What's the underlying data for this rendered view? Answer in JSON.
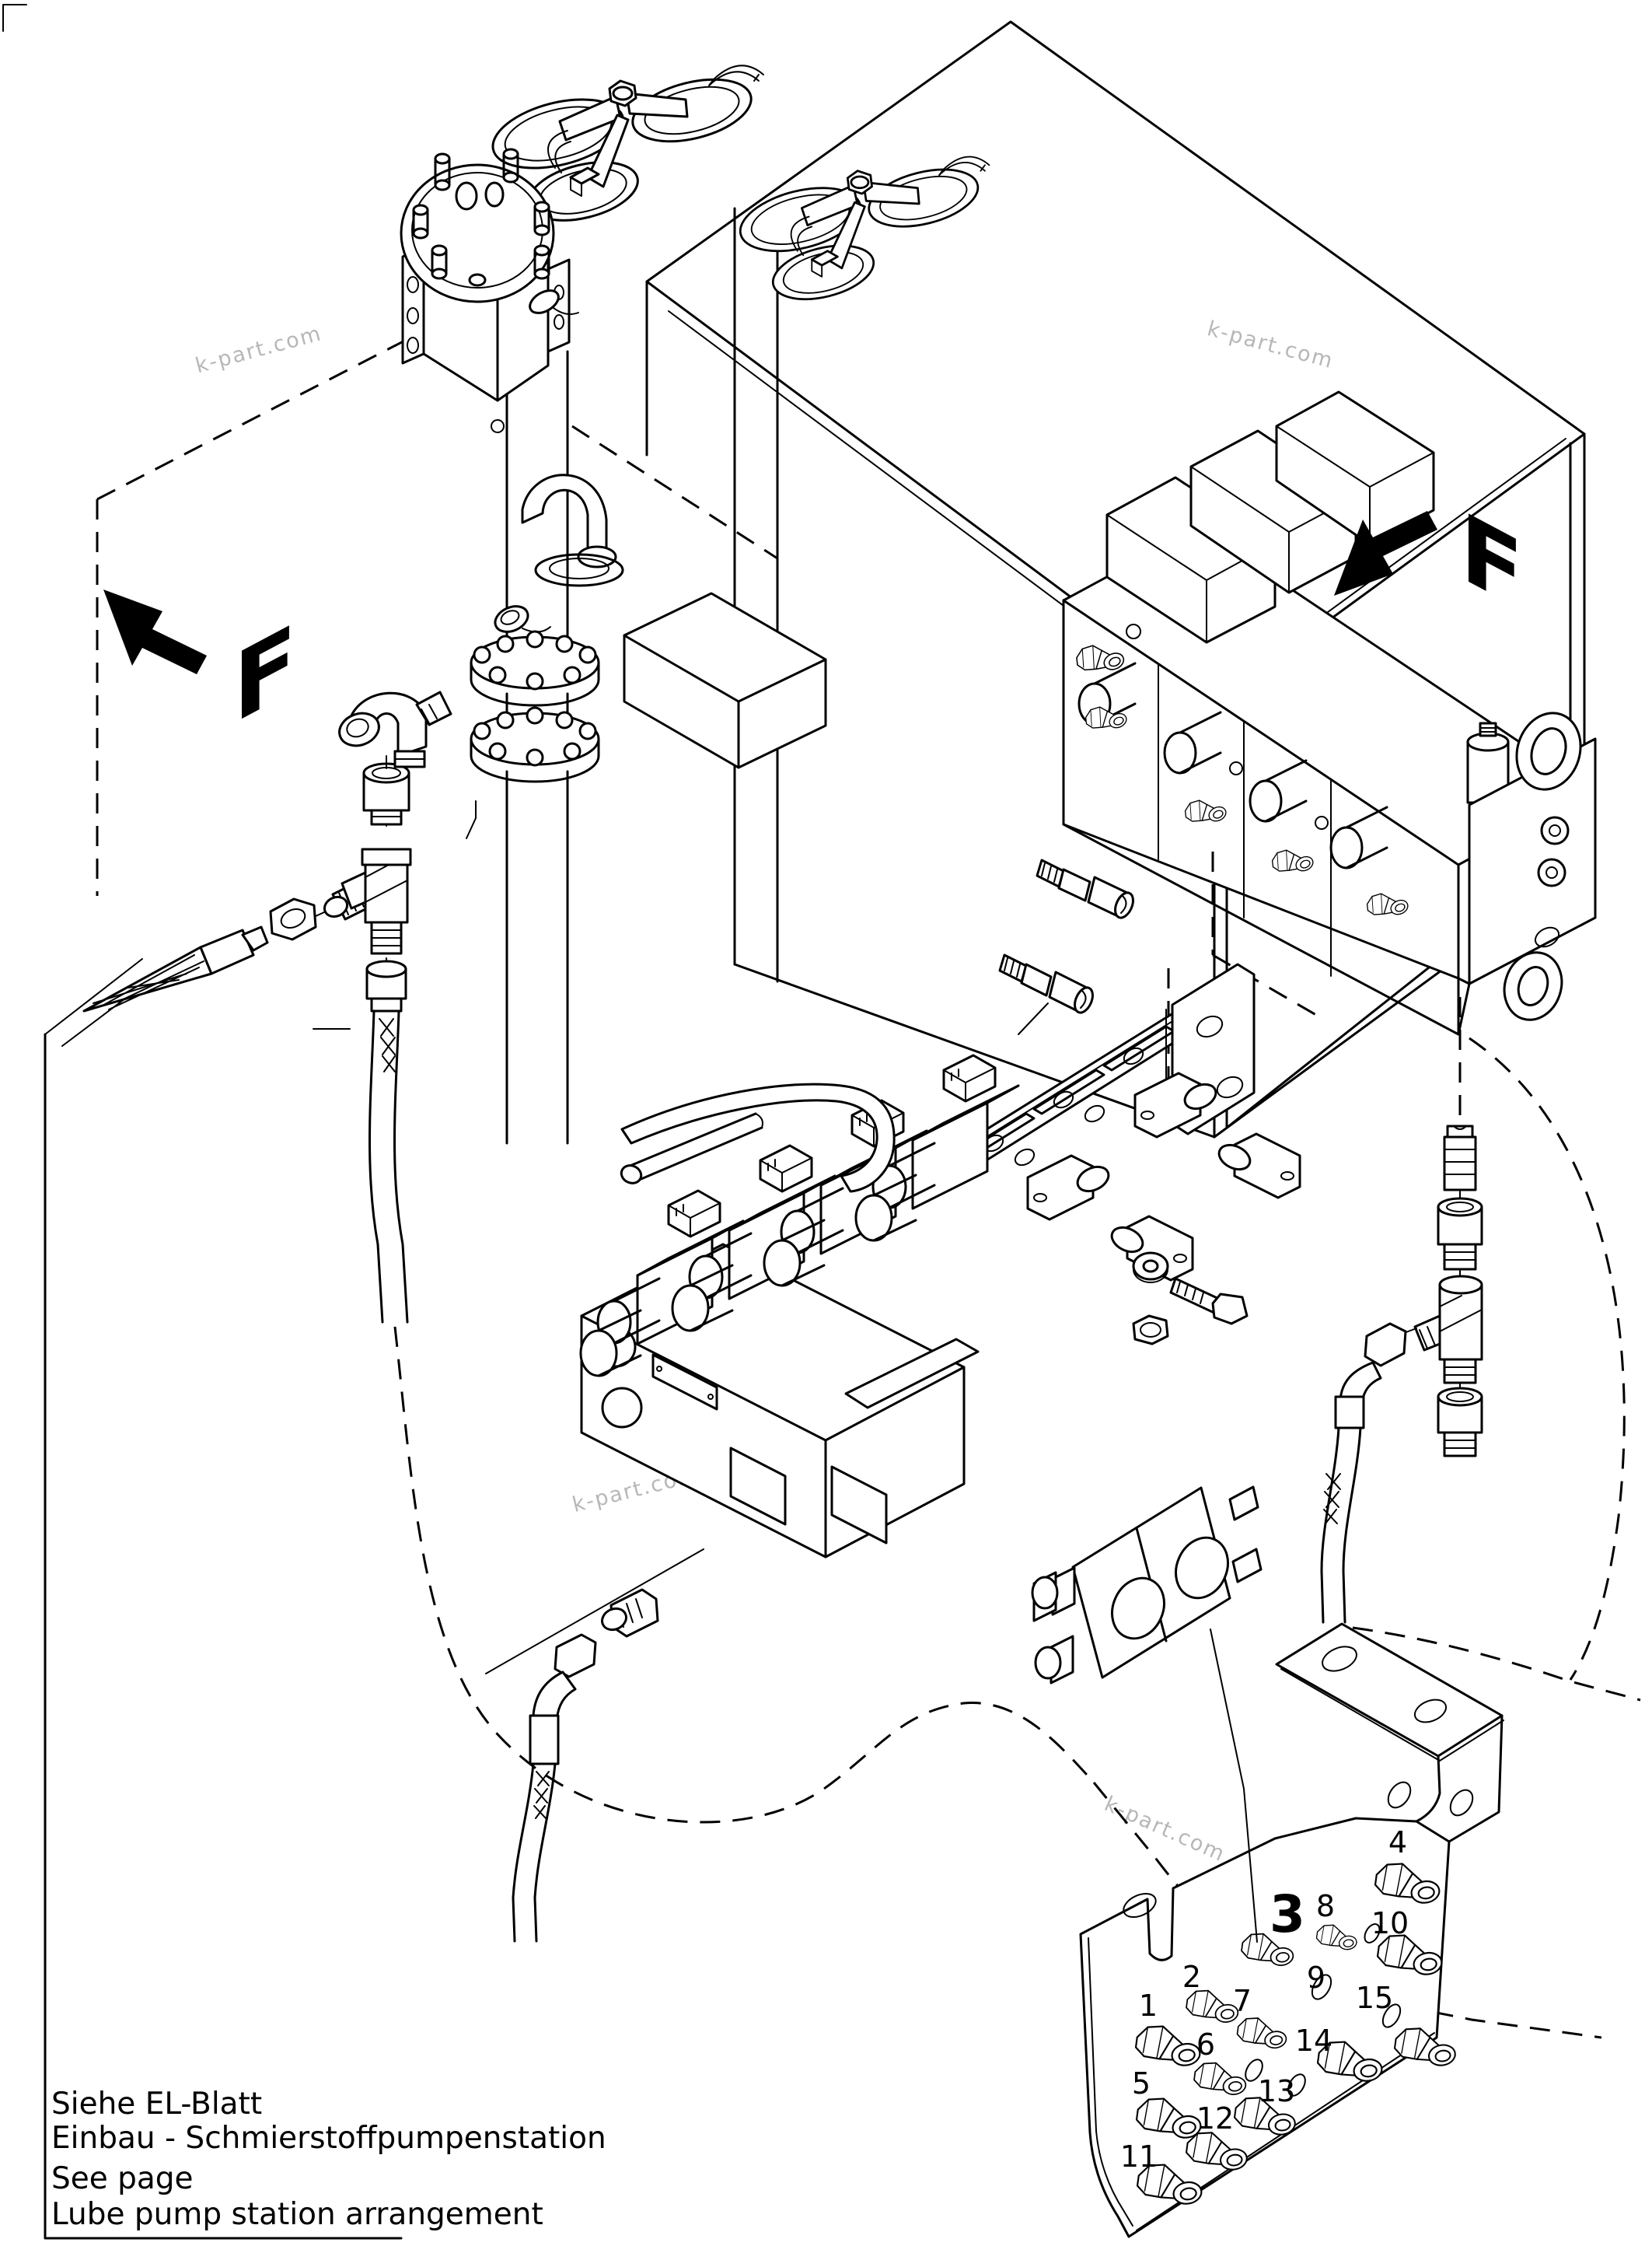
{
  "page": {
    "background": "#ffffff",
    "line_color": "#000000"
  },
  "watermark": {
    "text": "k-part.com",
    "color": "#b7b7b7",
    "count": 4
  },
  "view_markers": {
    "letter": "F",
    "count": 2
  },
  "callouts": {
    "emphasized": "3",
    "labels": [
      "1",
      "2",
      "4",
      "5",
      "6",
      "7",
      "8",
      "9",
      "10",
      "11",
      "12",
      "13",
      "14",
      "15"
    ]
  },
  "title_block": {
    "line1": "Siehe EL-Blatt",
    "line2": "Einbau - Schmierstoffpumpenstation",
    "line3": "See page",
    "line4": "Lube pump station arrangement"
  }
}
